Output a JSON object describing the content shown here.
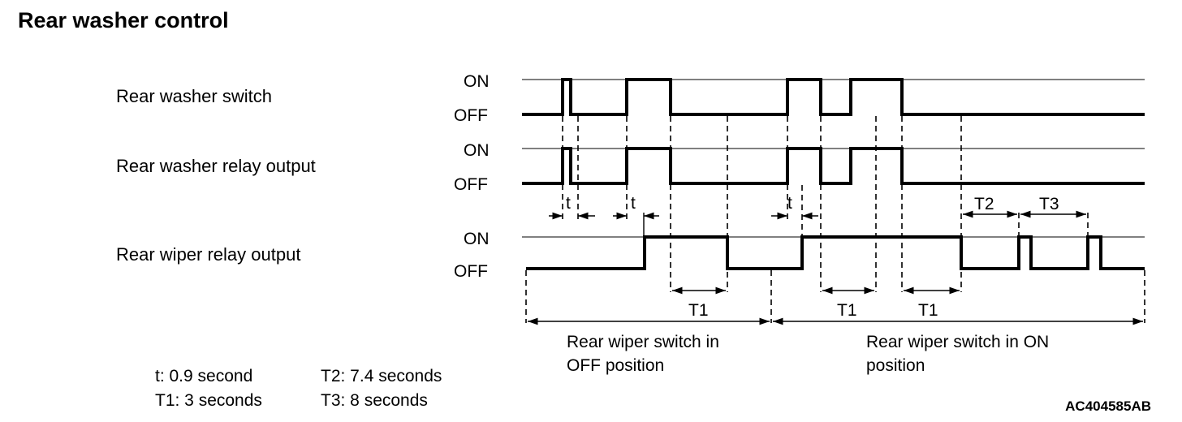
{
  "title": "Rear washer control",
  "signals": {
    "washer_switch": "Rear washer switch",
    "washer_relay": "Rear washer relay output",
    "wiper_relay": "Rear wiper relay output"
  },
  "levels": {
    "on": "ON",
    "off": "OFF"
  },
  "intervals": {
    "t": "t",
    "T1": "T1",
    "T2": "T2",
    "T3": "T3"
  },
  "positions": {
    "off_line1": "Rear wiper switch in",
    "off_line2": "OFF position",
    "on_line1": "Rear wiper switch in ON",
    "on_line2": "position"
  },
  "legend": {
    "t": "t: 0.9 second",
    "T1": "T1: 3 seconds",
    "T2": "T2: 7.4 seconds",
    "T3": "T3: 8 seconds"
  },
  "figure_code": "AC404585AB"
}
